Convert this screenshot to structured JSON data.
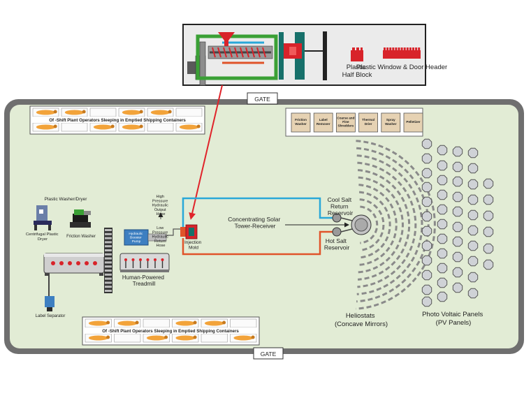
{
  "inset": {
    "half_block_label_1": "Plastic",
    "half_block_label_2": "Half Block",
    "header_label": "Plastic Window & Door Header"
  },
  "gates": {
    "top": "GATE",
    "bottom": "GATE"
  },
  "shipping_containers": {
    "top_label": "Of -Shift Plant Operators Sleeping in Emptied Shipping Containers",
    "bottom_label": "Of -Shift Plant Operators Sleeping in Emptied Shipping Containers"
  },
  "processing_line": [
    {
      "line1": "Friction",
      "line2": "Washer",
      "line3": ""
    },
    {
      "line1": "Label",
      "line2": "Remover",
      "line3": ""
    },
    {
      "line1": "Coarse and",
      "line2": "Fine",
      "line3": "Shredders"
    },
    {
      "line1": "Thermal",
      "line2": "Drier",
      "line3": ""
    },
    {
      "line1": "Spray",
      "line2": "Washer",
      "line3": ""
    },
    {
      "line1": "Pelletizer",
      "line2": "",
      "line3": ""
    }
  ],
  "left_equipment": {
    "washer_dryer_title": "Plastic Washer/Dryer",
    "dryer_label_1": "Centrifugal Plastic",
    "dryer_label_2": "Dryer",
    "friction_washer": "Friction Washer",
    "label_separator": "Label Separator",
    "pump_label_1": "Hydraulic",
    "pump_label_2": "Booster",
    "pump_label_3": "Pump",
    "treadmill_1": "Human-Powered",
    "treadmill_2": "Treadmill"
  },
  "hoses": {
    "high": [
      "High",
      "Pressure",
      "Hydraulic",
      "Output",
      "Hose"
    ],
    "low": [
      "Low",
      "Pressure",
      "Hydraulic",
      "Return",
      "Hose"
    ]
  },
  "injection_mold": {
    "line1": "Injection",
    "line2": "Mold"
  },
  "solar": {
    "tower_1": "Concentrating Solar",
    "tower_2": "Tower-Receiver",
    "cool_1": "Cool Salt",
    "cool_2": "Return",
    "cool_3": "Reservoir",
    "hot_1": "Hot Salt",
    "hot_2": "Reservoir",
    "heliostats_1": "Heliostats",
    "heliostats_2": "(Concave Mirrors)",
    "pv_1": "Photo Voltaic Panels",
    "pv_2": "(PV Panels)"
  },
  "colors": {
    "ground": "#e2ecd5",
    "fence": "#6f6f6f",
    "cool_pipe": "#29a8d8",
    "hot_pipe": "#e0532a",
    "arrow": "#e0232a",
    "mold_red": "#d8232a",
    "mold_teal": "#17706a",
    "pump_blue": "#3d7fc1",
    "sleeper": "#f2a33a"
  }
}
